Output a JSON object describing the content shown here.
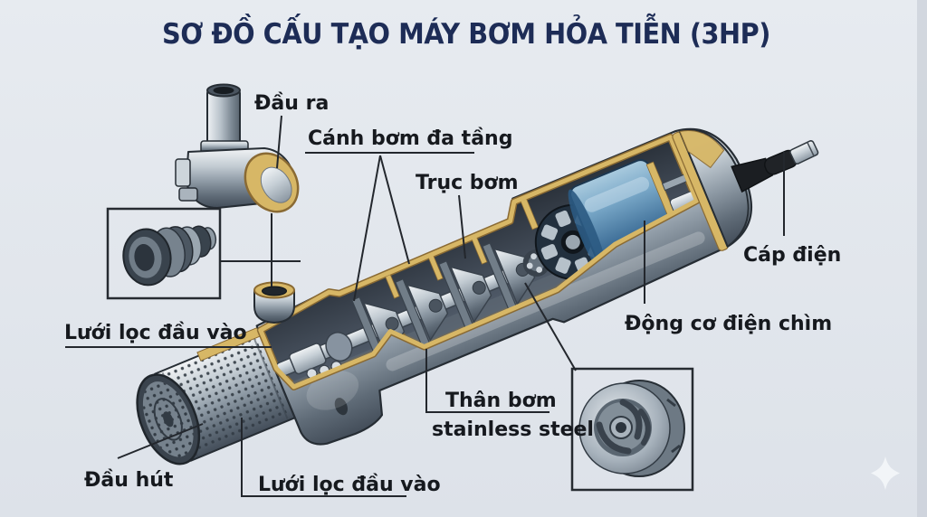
{
  "title": "SƠ ĐỒ CẤU TẠO MÁY BƠM HỎA TIỄN (3HP)",
  "labels": {
    "outlet": "Đầu ra",
    "multistage_impeller": "Cánh bơm đa tầng",
    "pump_shaft": "Trục bơm",
    "power_cable": "Cáp điện",
    "submersible_motor": "Động cơ điện chìm",
    "inlet_filter_left": "Lưới lọc đầu vào",
    "pump_body_line1": "Thân bơm",
    "pump_body_line2": "stainless steel",
    "suction_head": "Đầu hút",
    "inlet_filter_bottom": "Lưới lọc đầu vào"
  },
  "colors": {
    "background": "#e3e7ed",
    "title_text": "#1d2c56",
    "label_text": "#16191e",
    "leader_line": "#23272d",
    "brass_cut_surface": "#d7b766",
    "brass_cut_edge": "#8a6a33",
    "motor_blue": "#4f7ca6",
    "steel_light": "#e8ecef",
    "steel_dark": "#4c5762",
    "interior_dark": "#2a313a",
    "cable_black": "#202327"
  },
  "icons": {
    "sparkle": "four-point-star watermark"
  }
}
